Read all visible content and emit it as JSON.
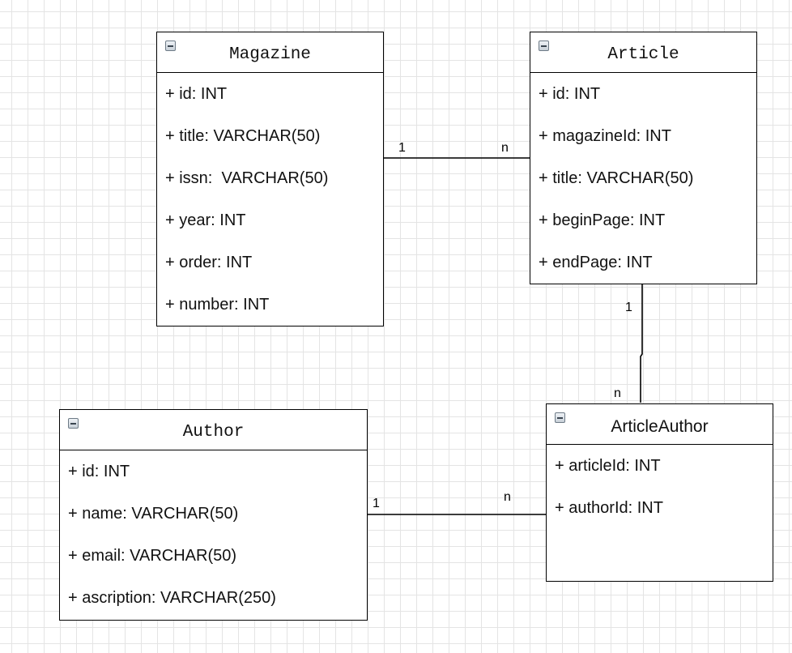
{
  "entities": {
    "magazine": {
      "name": "Magazine",
      "fields": [
        "+ id: INT",
        "+ title: VARCHAR(50)",
        "+ issn:  VARCHAR(50)",
        "+ year: INT",
        "+ order: INT",
        "+ number: INT"
      ]
    },
    "article": {
      "name": "Article",
      "fields": [
        "+ id: INT",
        "+ magazineId: INT",
        "+ title: VARCHAR(50)",
        "+ beginPage: INT",
        "+ endPage: INT"
      ]
    },
    "author": {
      "name": "Author",
      "fields": [
        "+ id: INT",
        "+ name: VARCHAR(50)",
        "+ email: VARCHAR(50)",
        "+ ascription: VARCHAR(250)"
      ]
    },
    "articleauthor": {
      "name": "ArticleAuthor",
      "fields": [
        "+ articleId: INT",
        "+ authorId: INT"
      ]
    }
  },
  "relations": {
    "magazine_article": {
      "from": "1",
      "to": "n"
    },
    "article_articleauthor": {
      "from": "1",
      "to": "n"
    },
    "author_articleauthor": {
      "from": "1",
      "to": "n"
    }
  }
}
